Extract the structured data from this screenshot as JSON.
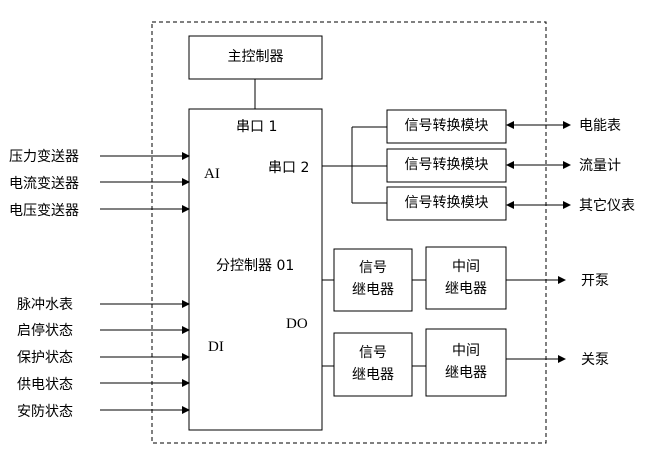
{
  "main_controller": "主控制器",
  "sub_controller": "分控制器 01",
  "ports": {
    "serial1": "串口 1",
    "serial2": "串口 2",
    "ai": "AI",
    "di": "DI",
    "do": "DO"
  },
  "ai_inputs": [
    "压力变送器",
    "电流变送器",
    "电压变送器"
  ],
  "di_inputs": [
    "脉冲水表",
    "启停状态",
    "保护状态",
    "供电状态",
    "安防状态"
  ],
  "converters": [
    {
      "label": "信号转换模块",
      "device": "电能表"
    },
    {
      "label": "信号转换模块",
      "device": "流量计"
    },
    {
      "label": "信号转换模块",
      "device": "其它仪表"
    }
  ],
  "relay_rows": [
    {
      "signal_relay": [
        "信号",
        "继电器"
      ],
      "middle_relay": [
        "中间",
        "继电器"
      ],
      "output": "开泵"
    },
    {
      "signal_relay": [
        "信号",
        "继电器"
      ],
      "middle_relay": [
        "中间",
        "继电器"
      ],
      "output": "关泵"
    }
  ]
}
